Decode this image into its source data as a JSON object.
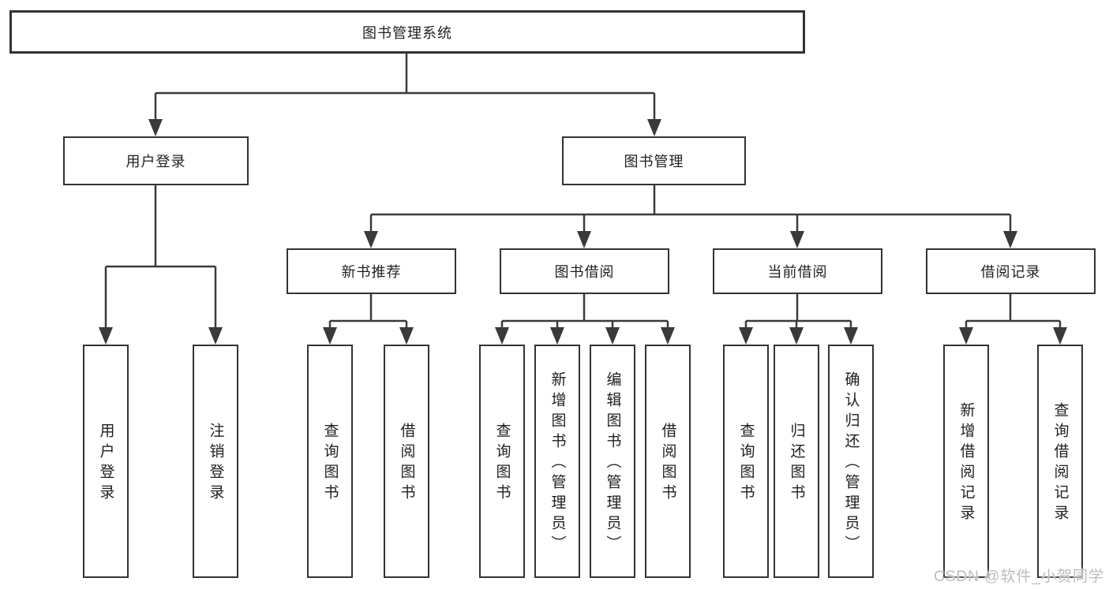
{
  "diagram": {
    "type": "hierarchy-tree",
    "colors": {
      "background": "#ffffff",
      "box_border": "#333333",
      "line": "#3a3a3a",
      "text": "#1f1f1f",
      "watermark_text": "#bcbcc0"
    },
    "tree": {
      "label": "图书管理系统",
      "children": [
        {
          "label": "用户登录",
          "children": [
            {
              "label": "用户登录"
            },
            {
              "label": "注销登录"
            }
          ]
        },
        {
          "label": "图书管理",
          "children": [
            {
              "label": "新书推荐",
              "children": [
                {
                  "label": "查询图书"
                },
                {
                  "label": "借阅图书"
                }
              ]
            },
            {
              "label": "图书借阅",
              "children": [
                {
                  "label": "查询图书"
                },
                {
                  "label": "新增图书（管理员）"
                },
                {
                  "label": "编辑图书（管理员）"
                },
                {
                  "label": "借阅图书"
                }
              ]
            },
            {
              "label": "当前借阅",
              "children": [
                {
                  "label": "查询图书"
                },
                {
                  "label": "归还图书"
                },
                {
                  "label": "确认归还（管理员）"
                }
              ]
            },
            {
              "label": "借阅记录",
              "children": [
                {
                  "label": "新增借阅记录"
                },
                {
                  "label": "查询借阅记录"
                }
              ]
            }
          ]
        }
      ]
    },
    "watermark": "CSDN @软件_小贺同学"
  }
}
